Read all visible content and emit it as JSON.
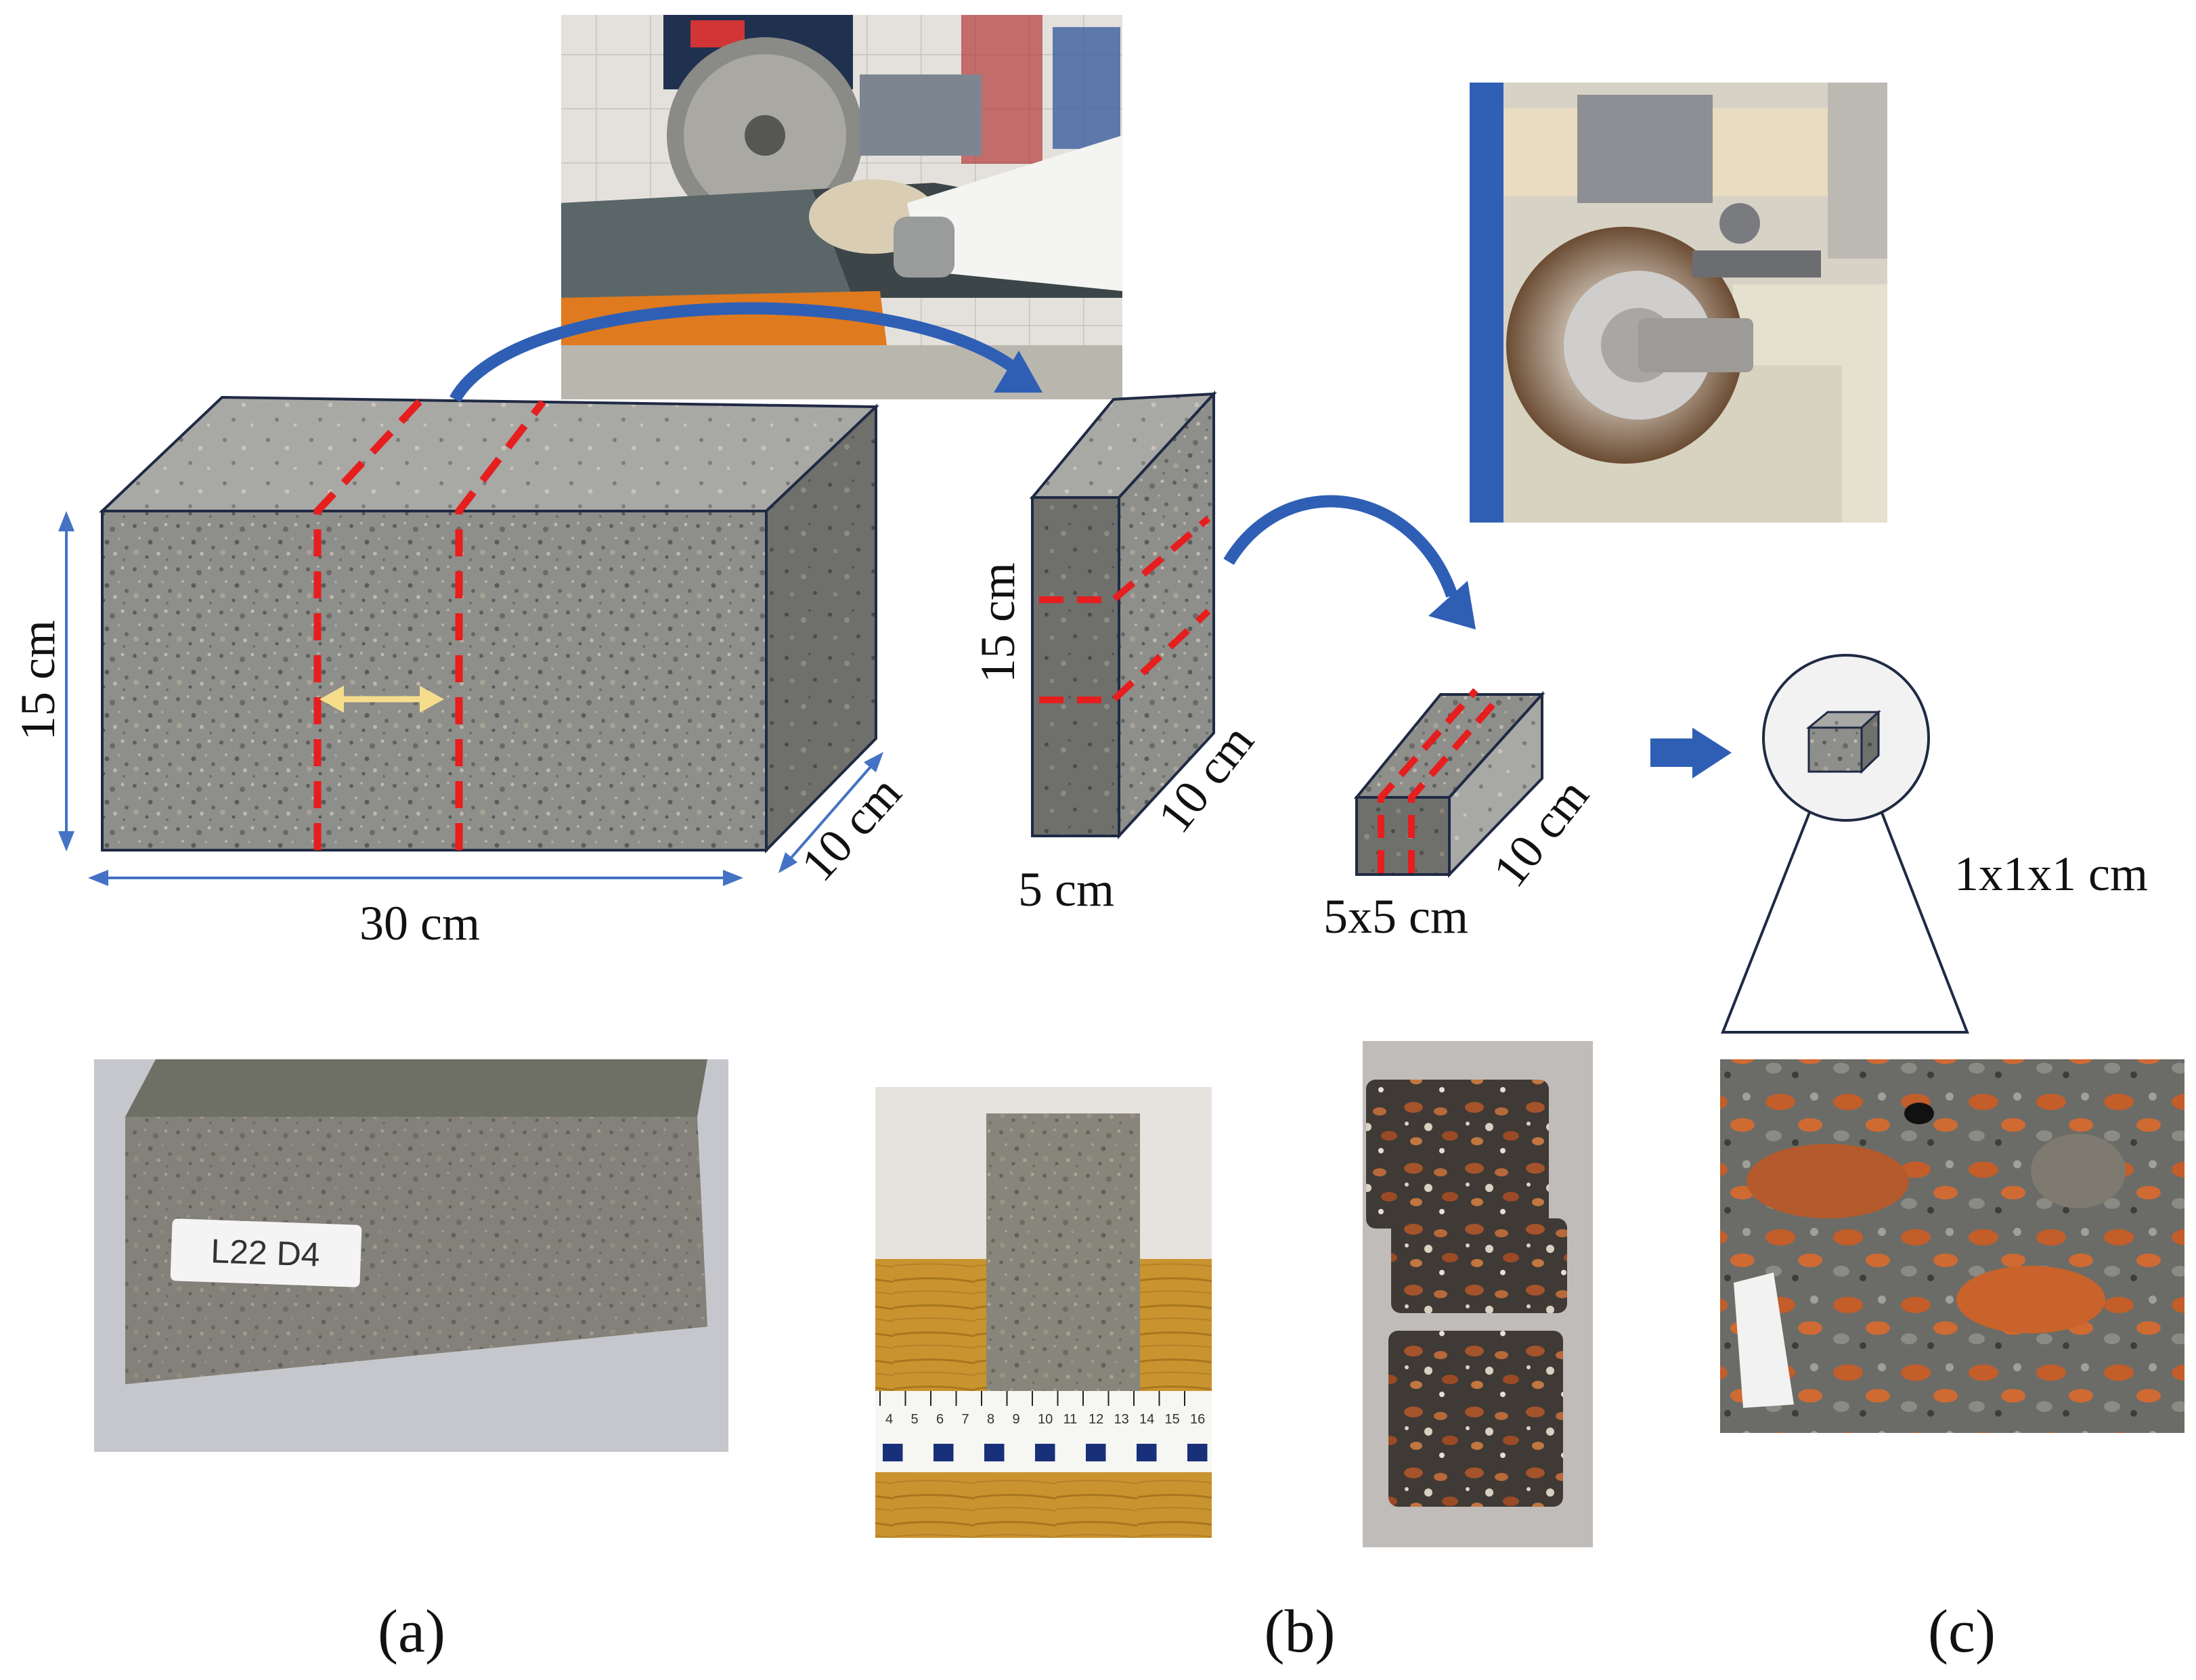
{
  "figure": {
    "dimensions": {
      "large_height": "15 cm",
      "large_length": "30 cm",
      "large_depth": "10 cm",
      "slab_height": "15 cm",
      "slab_depth": "10 cm",
      "slab_width": "5 cm",
      "prism_length": "10 cm",
      "prism_section": "5x5 cm",
      "cube_size": "1x1x1 cm"
    },
    "photo_texts": {
      "sample_label": "L22 D4",
      "ruler_ticks": [
        "4",
        "5",
        "6",
        "7",
        "8",
        "9",
        "10",
        "11",
        "12",
        "13",
        "14",
        "15",
        "16"
      ]
    },
    "captions": [
      "(a)",
      "(b)",
      "(c)"
    ]
  },
  "colors": {
    "cut_line": "#e61e1e",
    "arrow_blue": "#2f5fb5",
    "dimension_blue": "#4472c4",
    "spacing_arrow": "#f5dd8c",
    "block_edge": "#1f2a44",
    "concrete_front": "#8d8d88",
    "concrete_top": "#a3a3a0",
    "concrete_side": "#767674"
  }
}
